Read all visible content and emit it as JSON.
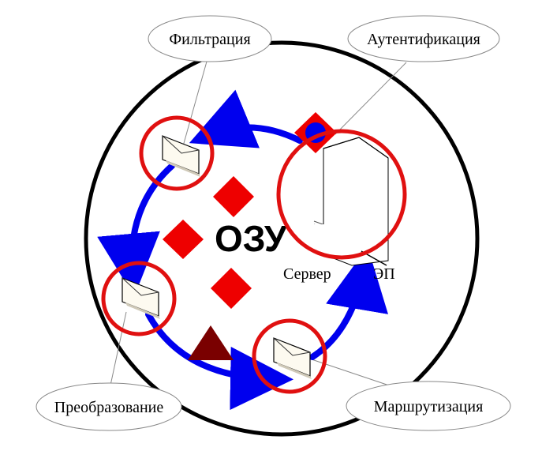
{
  "labels": {
    "filtration": "Фильтрация",
    "authentication": "Аутентификация",
    "transformation": "Преобразование",
    "routing": "Маршрутизация",
    "center": "ОЗУ",
    "server": "Сервер",
    "ep": "ЭП"
  },
  "colors": {
    "outer_ring": "#000000",
    "flow_arrow": "#0000ee",
    "highlight_ring": "#e01010",
    "diamond": "#ee0000",
    "triangle": "#7a0000",
    "auth_dot": "#0000ee",
    "callout_line": "#8a8a8a"
  },
  "icons": {
    "envelope": "envelope-icon",
    "server": "server-icon"
  }
}
